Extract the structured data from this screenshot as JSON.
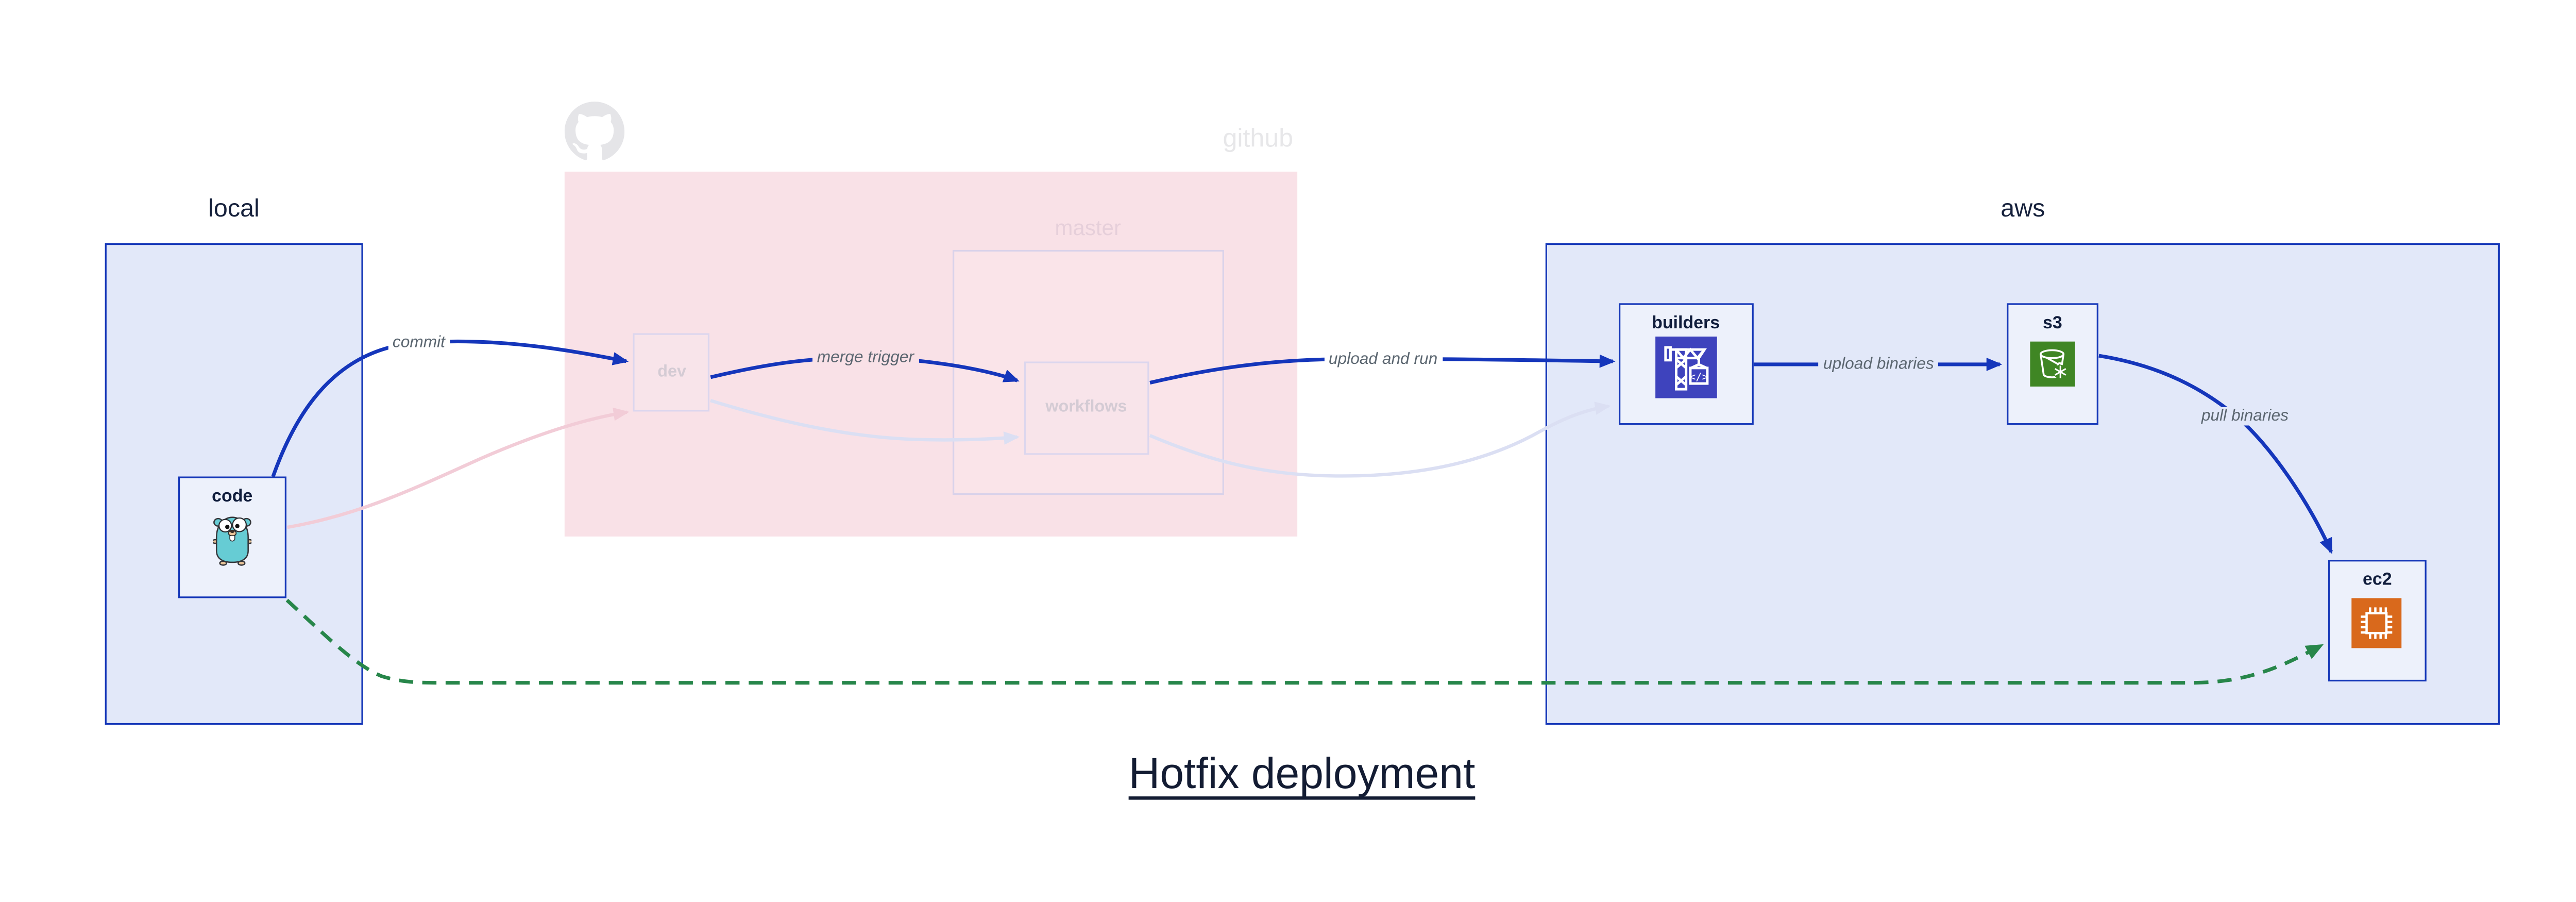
{
  "diagram_title": "Hotfix deployment",
  "clusters": {
    "local": {
      "label": "local"
    },
    "github": {
      "label": "github",
      "master_label": "master"
    },
    "aws": {
      "label": "aws"
    }
  },
  "nodes": {
    "code": {
      "label": "code",
      "icon": "gopher-icon"
    },
    "dev": {
      "label": "dev"
    },
    "workflows": {
      "label": "workflows"
    },
    "builders": {
      "label": "builders",
      "icon": "codebuild-crane-icon"
    },
    "s3": {
      "label": "s3",
      "icon": "s3-bucket-snowflake-icon"
    },
    "ec2": {
      "label": "ec2",
      "icon": "ec2-chip-icon"
    }
  },
  "edges": {
    "commit": "commit",
    "merge_trigger": "merge trigger",
    "upload_and_run": "upload and run",
    "upload_binaries": "upload binaries",
    "pull_binaries": "pull binaries"
  },
  "colors": {
    "cluster_border_blue": "#1537b8",
    "cluster_fill_blue": "#e2e8f9",
    "cluster_fill_pink": "#f9e1e7",
    "edge_blue": "#1536bb",
    "edge_green_dashed": "#27864a",
    "edge_faded_pink": "#f2ccd7",
    "edge_faded_lavender": "#dbdff3",
    "codebuild_icon_bg": "#3e43bd",
    "s3_icon_bg": "#3f8624",
    "ec2_icon_bg": "#d9691c",
    "gopher_teal": "#66ccd4",
    "github_watermark_gray": "#e5e5e8"
  }
}
